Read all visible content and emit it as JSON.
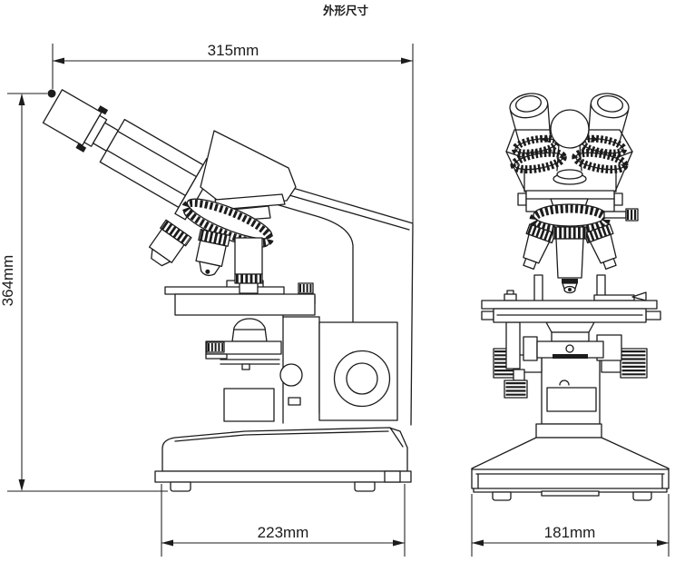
{
  "page": {
    "title": "外形尺寸",
    "background": "#ffffff",
    "line_color": "#1c1c1c"
  },
  "dimensions": {
    "top_width": {
      "value": 315,
      "unit": "mm",
      "label": "315mm"
    },
    "total_height": {
      "value": 364,
      "unit": "mm",
      "label": "364mm"
    },
    "side_base_depth": {
      "value": 223,
      "unit": "mm",
      "label": "223mm"
    },
    "front_base_width": {
      "value": 181,
      "unit": "mm",
      "label": "181mm"
    }
  }
}
